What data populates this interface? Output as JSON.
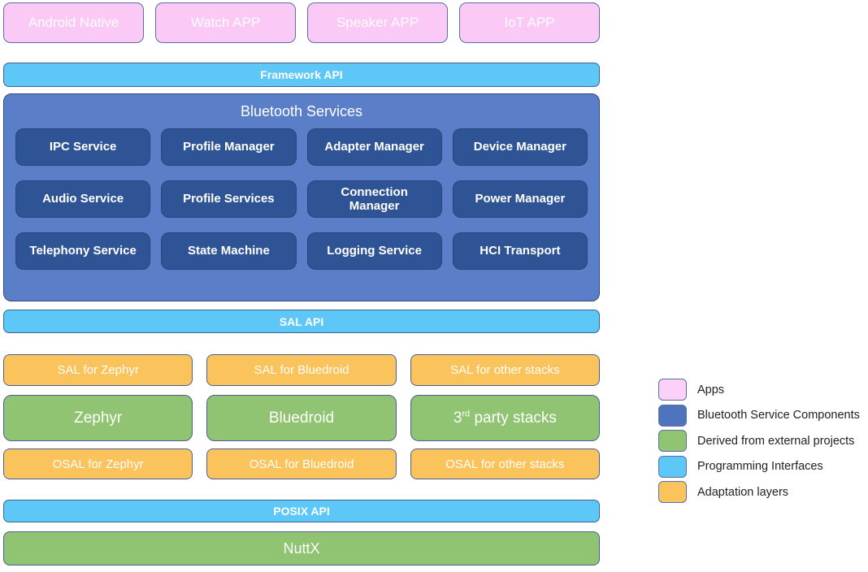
{
  "diagram": {
    "apps": [
      "Android Native",
      "Watch APP",
      "Speaker APP",
      "IoT APP"
    ],
    "framework_api_label": "Framework API",
    "bluetooth_services": {
      "title": "Bluetooth Services",
      "rows": [
        [
          "IPC Service",
          "Profile Manager",
          "Adapter Manager",
          "Device Manager"
        ],
        [
          "Audio Service",
          "Profile Services",
          "Connection Manager",
          "Power Manager"
        ],
        [
          "Telephony Service",
          "State Machine",
          "Logging Service",
          "HCI Transport"
        ]
      ]
    },
    "sal_api_label": "SAL API",
    "sal_row": [
      "SAL for Zephyr",
      "SAL for Bluedroid",
      "SAL for other stacks"
    ],
    "stacks_row": [
      "Zephyr",
      "Bluedroid"
    ],
    "third_party_stack": {
      "base": "3",
      "sup": "rd",
      "rest": " party stacks"
    },
    "osal_row": [
      "OSAL for Zephyr",
      "OSAL for Bluedroid",
      "OSAL for other stacks"
    ],
    "posix_api_label": "POSIX API",
    "nuttx_label": "NuttX"
  },
  "legend": {
    "items": [
      {
        "label": "Apps",
        "color": "#FBD1F9"
      },
      {
        "label": "Bluetooth Service Components",
        "color": "#4F74BE"
      },
      {
        "label": "Derived from external projects",
        "color": "#90C472"
      },
      {
        "label": "Programming Interfaces",
        "color": "#5DC7F8"
      },
      {
        "label": "Adaptation layers",
        "color": "#FBC35C"
      }
    ]
  },
  "colors": {
    "apps_fill": "#FAC9F6",
    "service_container_fill": "#5B7EC9",
    "service_component_fill": "#2F5496",
    "interface_bar_fill": "#5DC7F8",
    "external_project_fill": "#90C472",
    "adaptation_layer_fill": "#FBC35C",
    "box_border": "#4A5E93"
  }
}
